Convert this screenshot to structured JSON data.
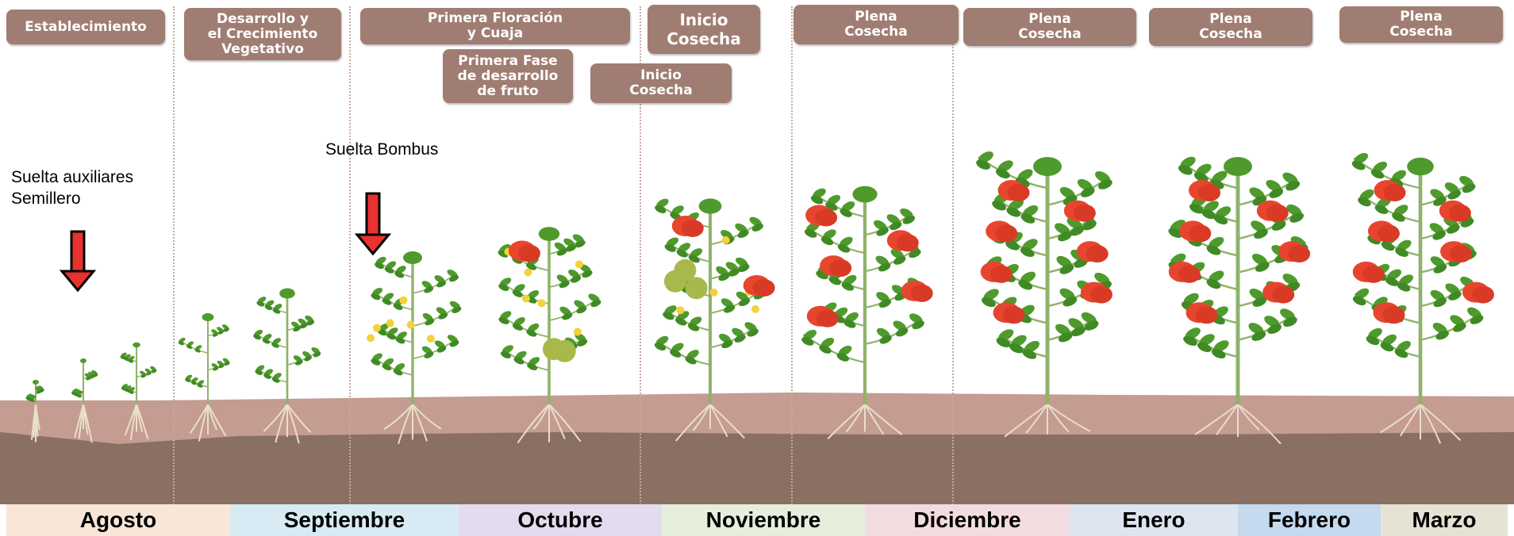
{
  "stage_labels": [
    {
      "id": "establecimiento",
      "text": "Establecimiento"
    },
    {
      "id": "desarrollo",
      "text": "Desarrollo y\nel Crecimiento\nVegetativo"
    },
    {
      "id": "floracion",
      "text": "Primera Floración\ny Cuaja"
    },
    {
      "id": "fase-fruto",
      "text": "Primera Fase\nde desarrollo\nde fruto"
    },
    {
      "id": "inicio-cosecha-1",
      "text": "Inicio\nCosecha"
    },
    {
      "id": "inicio-cosecha-2",
      "text": "Inicio\nCosecha"
    },
    {
      "id": "plena-1",
      "text": "Plena\nCosecha"
    },
    {
      "id": "plena-2",
      "text": "Plena\nCosecha"
    },
    {
      "id": "plena-3",
      "text": "Plena\nCosecha"
    },
    {
      "id": "plena-4",
      "text": "Plena\nCosecha"
    }
  ],
  "notes": {
    "auxiliares": "Suelta auxiliares\nSemillero",
    "bombus": "Suelta Bombus"
  },
  "months": [
    "Agosto",
    "Septiembre",
    "Octubre",
    "Noviembre",
    "Diciembre",
    "Enero",
    "Febrero",
    "Marzo"
  ],
  "colors": {
    "label_bg": "#a07d73",
    "arrow": "#e8322f",
    "soil_top": "#c49c92",
    "soil_bottom": "#8a6f63",
    "leaf": "#4f9a2c",
    "tomato": "#e8452f",
    "green_fruit": "#a9b84a",
    "flower": "#f2d23a"
  }
}
